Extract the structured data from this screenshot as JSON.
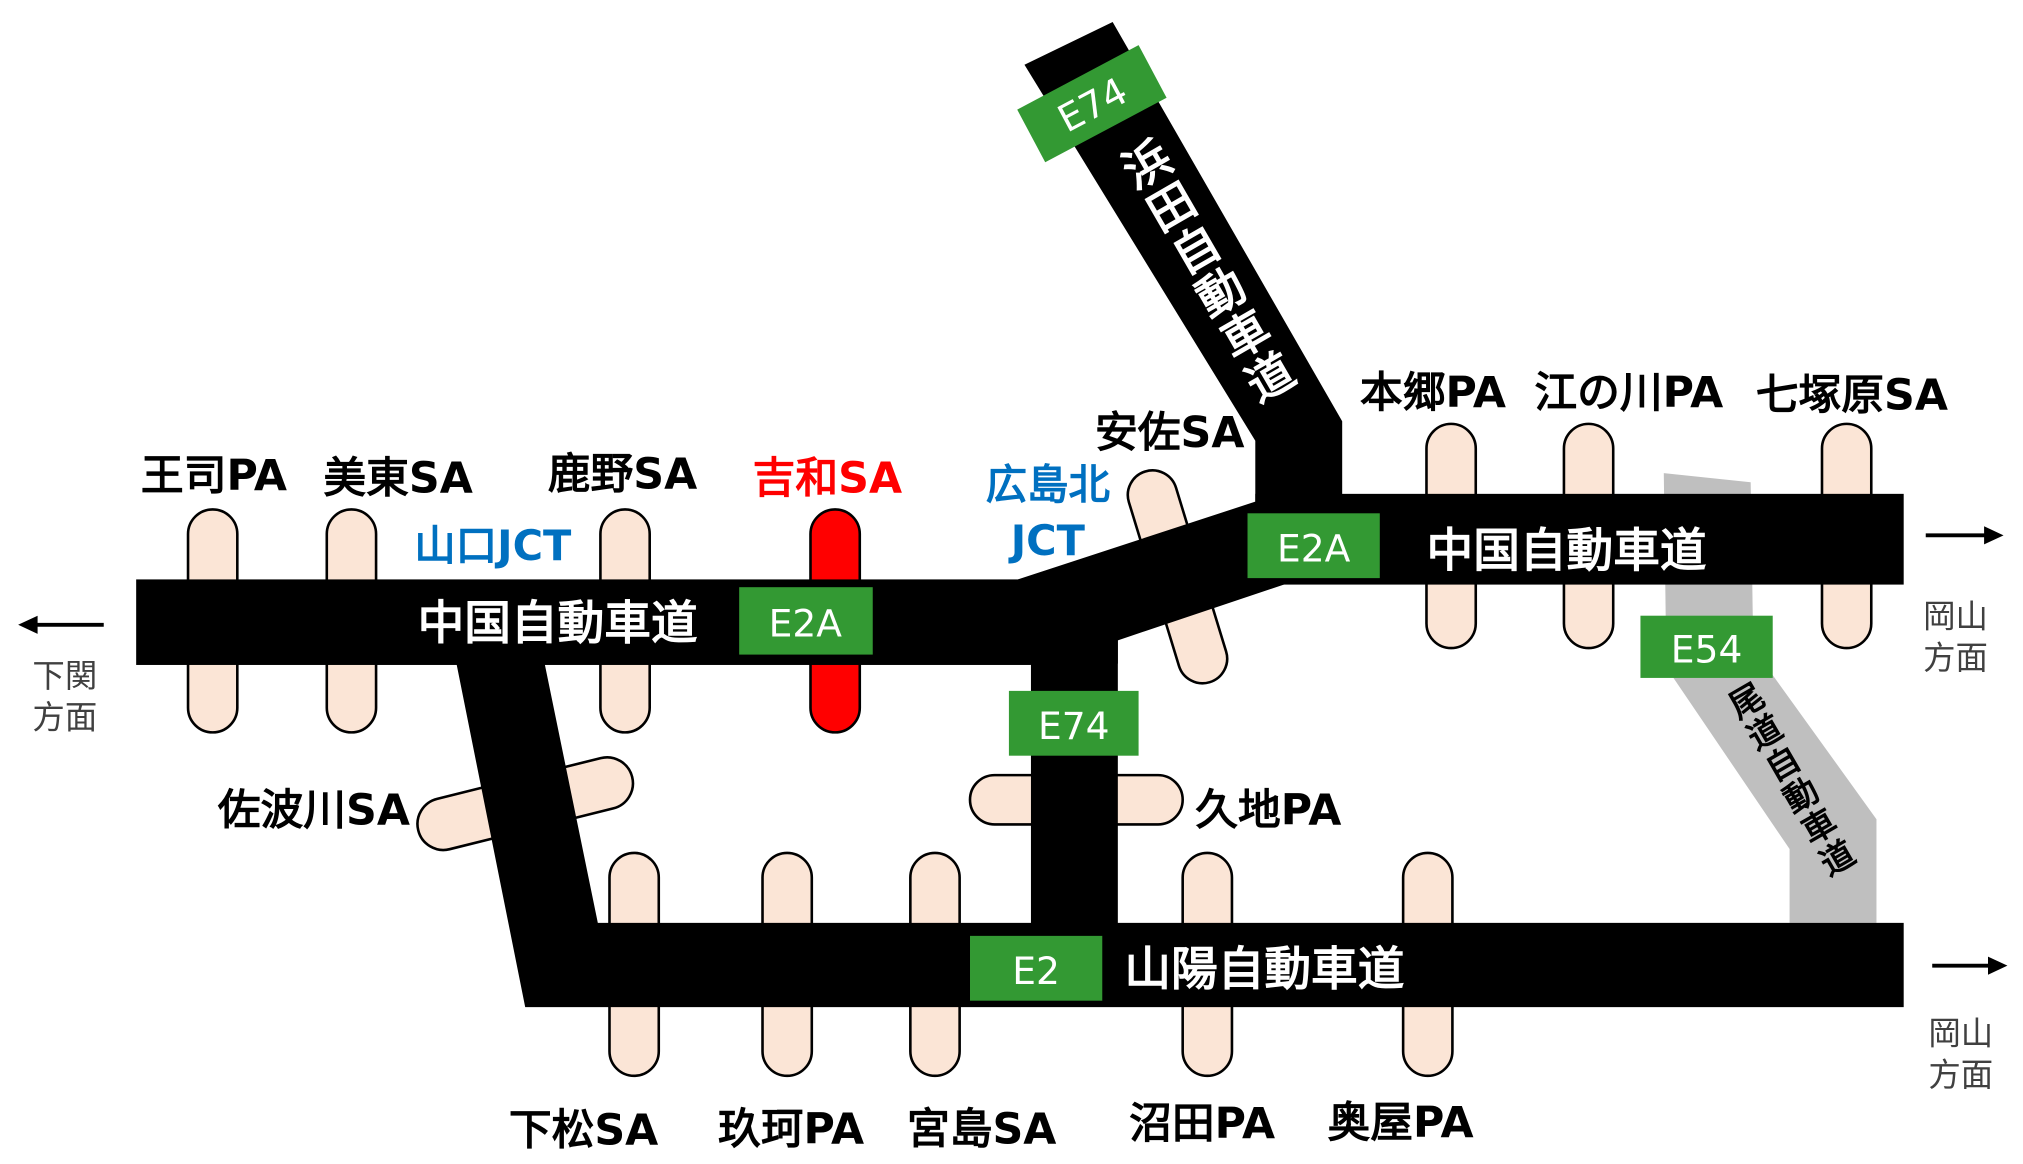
{
  "roads": {
    "chugoku_west": "中国自動車道",
    "chugoku_east": "中国自動車道",
    "sanyo": "山陽自動車道",
    "hamada": "浜田自動車道",
    "onomichi": "尾道自動車道"
  },
  "route_numbers": {
    "hamada": "E74",
    "chugoku_west": "E2A",
    "chugoku_east": "E2A",
    "hiroshima_kita": "E74",
    "sanyo": "E2",
    "onomichi": "E54"
  },
  "junctions": {
    "yamaguchi": "山口JCT",
    "hiroshima_kita": [
      "広島北",
      "JCT"
    ]
  },
  "service_areas": {
    "chugoku_west": [
      {
        "name": "王司PA"
      },
      {
        "name": "美東SA"
      },
      {
        "name": "鹿野SA"
      },
      {
        "name": "吉和SA",
        "highlighted": true
      }
    ],
    "chugoku_connector": [
      {
        "name": "安佐SA"
      }
    ],
    "chugoku_east": [
      {
        "name": "本郷PA"
      },
      {
        "name": "江の川PA"
      },
      {
        "name": "七塚原SA"
      }
    ],
    "yamaguchi_link": [
      {
        "name": "佐波川SA"
      }
    ],
    "hiroshima_kita_link": [
      {
        "name": "久地PA"
      }
    ],
    "sanyo": [
      {
        "name": "下松SA"
      },
      {
        "name": "玖珂PA"
      },
      {
        "name": "宮島SA"
      },
      {
        "name": "沼田PA"
      },
      {
        "name": "奥屋PA"
      }
    ]
  },
  "directions": {
    "west": {
      "icon": "arrow-left-icon",
      "lines": [
        "下関",
        "方面"
      ]
    },
    "east_chugoku": {
      "icon": "arrow-right-icon",
      "lines": [
        "岡山",
        "方面"
      ]
    },
    "east_sanyo": {
      "icon": "arrow-right-icon",
      "lines": [
        "岡山",
        "方面"
      ]
    }
  },
  "colors": {
    "expressway": "#000000",
    "onomichi_expressway": "#bfbfbf",
    "service_area_marker": "#fbe5d6",
    "highlighted_marker": "#ff0000",
    "highlighted_label": "#ff0000",
    "route_sign": "#339933",
    "junction_label": "#0070c0"
  }
}
